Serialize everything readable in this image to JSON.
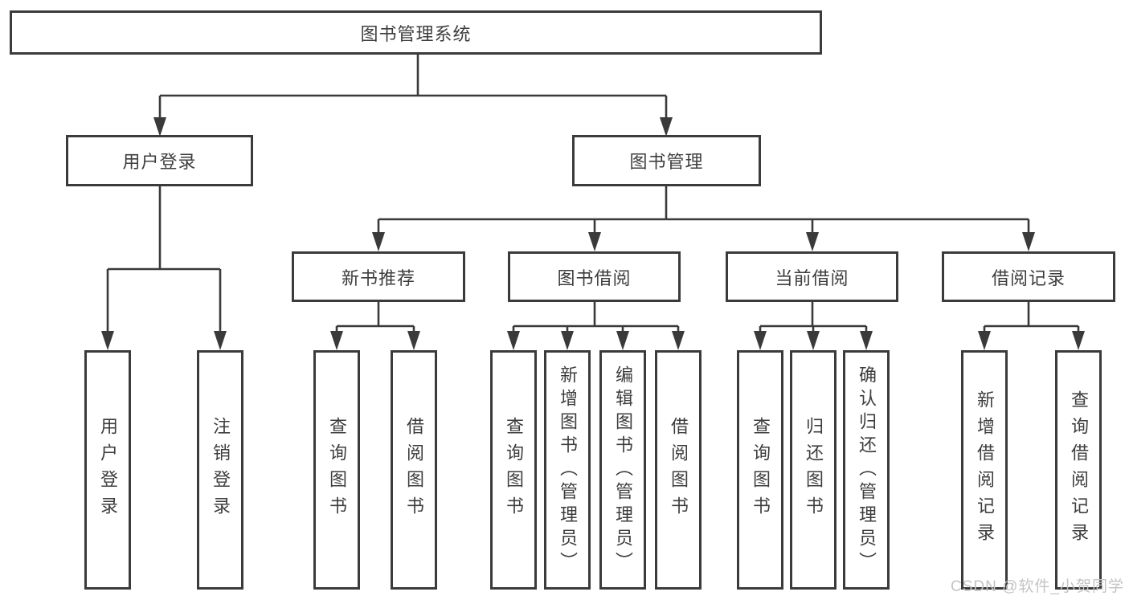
{
  "tree": {
    "root": {
      "label": "图书管理系统"
    },
    "branches": [
      {
        "label": "用户登录",
        "children": [
          "用户登录",
          "注销登录"
        ]
      },
      {
        "label": "图书管理",
        "groups": [
          {
            "label": "新书推荐",
            "children": [
              "查询图书",
              "借阅图书"
            ]
          },
          {
            "label": "图书借阅",
            "children": [
              "查询图书",
              "新增图书（管理员）",
              "编辑图书（管理员）",
              "借阅图书"
            ]
          },
          {
            "label": "当前借阅",
            "children": [
              "查询图书",
              "归还图书",
              "确认归还（管理员）"
            ]
          },
          {
            "label": "借阅记录",
            "children": [
              "新增借阅记录",
              "查询借阅记录"
            ]
          }
        ]
      }
    ]
  },
  "watermark": {
    "text": "CSDN @软件_小贺同学"
  },
  "colors": {
    "line": "#3a3a3a",
    "border": "#3b3b3b",
    "text": "#3d3d3d",
    "watermark": "#c4c4c4"
  }
}
